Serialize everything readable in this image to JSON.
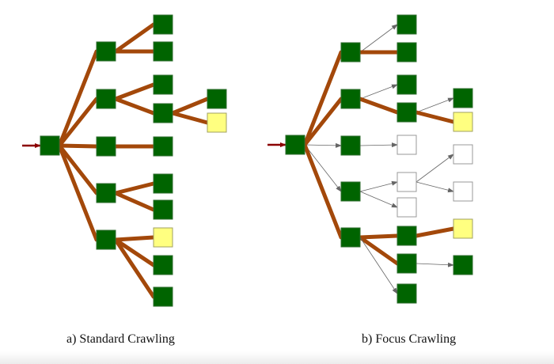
{
  "colors": {
    "visited": "#006400",
    "visited_border": "#2e6b2e",
    "target": "#ffff80",
    "target_border": "#a0a060",
    "unvisited": "#ffffff",
    "unvisited_border": "#999999",
    "followed_edge": "#a3480a",
    "ignored_edge": "#666666",
    "entry_edge": "#8b0000"
  },
  "diagrams": [
    {
      "id": "standard",
      "caption": "a) Standard Crawling",
      "nodes": [
        {
          "id": "root",
          "col": 0,
          "row": 184,
          "state": "visited"
        },
        {
          "id": "a1",
          "col": 1,
          "row": 65,
          "state": "visited"
        },
        {
          "id": "a2",
          "col": 1,
          "row": 125,
          "state": "visited"
        },
        {
          "id": "a3",
          "col": 1,
          "row": 185,
          "state": "visited"
        },
        {
          "id": "a4",
          "col": 1,
          "row": 244,
          "state": "visited"
        },
        {
          "id": "a5",
          "col": 1,
          "row": 303,
          "state": "visited"
        },
        {
          "id": "b1",
          "col": 2,
          "row": 31,
          "state": "visited"
        },
        {
          "id": "b2",
          "col": 2,
          "row": 65,
          "state": "visited"
        },
        {
          "id": "b3",
          "col": 2,
          "row": 107,
          "state": "visited"
        },
        {
          "id": "b4",
          "col": 2,
          "row": 143,
          "state": "visited"
        },
        {
          "id": "b5",
          "col": 2,
          "row": 185,
          "state": "visited"
        },
        {
          "id": "b6",
          "col": 2,
          "row": 232,
          "state": "visited"
        },
        {
          "id": "b7",
          "col": 2,
          "row": 265,
          "state": "visited"
        },
        {
          "id": "b8",
          "col": 2,
          "row": 300,
          "state": "target"
        },
        {
          "id": "b9",
          "col": 2,
          "row": 335,
          "state": "visited"
        },
        {
          "id": "b10",
          "col": 2,
          "row": 375,
          "state": "visited"
        },
        {
          "id": "c1",
          "col": 3,
          "row": 125,
          "state": "visited"
        },
        {
          "id": "c2",
          "col": 3,
          "row": 155,
          "state": "target"
        }
      ],
      "edges": [
        {
          "from": "root",
          "to": "a1",
          "type": "followed"
        },
        {
          "from": "root",
          "to": "a2",
          "type": "followed"
        },
        {
          "from": "root",
          "to": "a3",
          "type": "followed"
        },
        {
          "from": "root",
          "to": "a4",
          "type": "followed"
        },
        {
          "from": "root",
          "to": "a5",
          "type": "followed"
        },
        {
          "from": "a1",
          "to": "b1",
          "type": "followed"
        },
        {
          "from": "a1",
          "to": "b2",
          "type": "followed"
        },
        {
          "from": "a2",
          "to": "b3",
          "type": "followed"
        },
        {
          "from": "a2",
          "to": "b4",
          "type": "followed"
        },
        {
          "from": "a3",
          "to": "b5",
          "type": "followed"
        },
        {
          "from": "a4",
          "to": "b6",
          "type": "followed"
        },
        {
          "from": "a4",
          "to": "b7",
          "type": "followed"
        },
        {
          "from": "a5",
          "to": "b8",
          "type": "followed"
        },
        {
          "from": "a5",
          "to": "b9",
          "type": "followed"
        },
        {
          "from": "a5",
          "to": "b10",
          "type": "followed"
        },
        {
          "from": "b4",
          "to": "c1",
          "type": "followed"
        },
        {
          "from": "b4",
          "to": "c2",
          "type": "followed"
        }
      ]
    },
    {
      "id": "focus",
      "caption": "b) Focus Crawling",
      "nodes": [
        {
          "id": "root",
          "col": 0,
          "row": 183,
          "state": "visited"
        },
        {
          "id": "a1",
          "col": 1,
          "row": 66,
          "state": "visited"
        },
        {
          "id": "a2",
          "col": 1,
          "row": 125,
          "state": "visited"
        },
        {
          "id": "a3",
          "col": 1,
          "row": 184,
          "state": "visited"
        },
        {
          "id": "a4",
          "col": 1,
          "row": 242,
          "state": "visited"
        },
        {
          "id": "a5",
          "col": 1,
          "row": 300,
          "state": "visited"
        },
        {
          "id": "b1",
          "col": 2,
          "row": 31,
          "state": "visited"
        },
        {
          "id": "b2",
          "col": 2,
          "row": 66,
          "state": "visited"
        },
        {
          "id": "b3",
          "col": 2,
          "row": 107,
          "state": "visited"
        },
        {
          "id": "b4",
          "col": 2,
          "row": 142,
          "state": "visited"
        },
        {
          "id": "b5",
          "col": 2,
          "row": 183,
          "state": "unvisited"
        },
        {
          "id": "b6",
          "col": 2,
          "row": 230,
          "state": "unvisited"
        },
        {
          "id": "b7",
          "col": 2,
          "row": 262,
          "state": "unvisited"
        },
        {
          "id": "b8",
          "col": 2,
          "row": 298,
          "state": "visited"
        },
        {
          "id": "b9",
          "col": 2,
          "row": 333,
          "state": "visited"
        },
        {
          "id": "b10",
          "col": 2,
          "row": 371,
          "state": "visited"
        },
        {
          "id": "c1",
          "col": 3,
          "row": 124,
          "state": "visited"
        },
        {
          "id": "c2",
          "col": 3,
          "row": 154,
          "state": "target"
        },
        {
          "id": "c3",
          "col": 3,
          "row": 195,
          "state": "unvisited"
        },
        {
          "id": "c4",
          "col": 3,
          "row": 242,
          "state": "unvisited"
        },
        {
          "id": "c5",
          "col": 3,
          "row": 289,
          "state": "target"
        },
        {
          "id": "c6",
          "col": 3,
          "row": 335,
          "state": "visited"
        }
      ],
      "edges": [
        {
          "from": "root",
          "to": "a1",
          "type": "followed"
        },
        {
          "from": "root",
          "to": "a2",
          "type": "followed"
        },
        {
          "from": "root",
          "to": "a3",
          "type": "ignored"
        },
        {
          "from": "root",
          "to": "a4",
          "type": "ignored"
        },
        {
          "from": "root",
          "to": "a5",
          "type": "followed"
        },
        {
          "from": "a1",
          "to": "b1",
          "type": "ignored"
        },
        {
          "from": "a1",
          "to": "b2",
          "type": "followed"
        },
        {
          "from": "a2",
          "to": "b3",
          "type": "ignored"
        },
        {
          "from": "a2",
          "to": "b4",
          "type": "followed"
        },
        {
          "from": "a3",
          "to": "b5",
          "type": "ignored"
        },
        {
          "from": "a4",
          "to": "b6",
          "type": "ignored"
        },
        {
          "from": "a4",
          "to": "b7",
          "type": "ignored"
        },
        {
          "from": "a5",
          "to": "b8",
          "type": "followed"
        },
        {
          "from": "a5",
          "to": "b9",
          "type": "followed"
        },
        {
          "from": "a5",
          "to": "b10",
          "type": "ignored"
        },
        {
          "from": "b4",
          "to": "c1",
          "type": "ignored"
        },
        {
          "from": "b4",
          "to": "c2",
          "type": "followed"
        },
        {
          "from": "b6",
          "to": "c3",
          "type": "ignored"
        },
        {
          "from": "b6",
          "to": "c4",
          "type": "ignored"
        },
        {
          "from": "b8",
          "to": "c5",
          "type": "followed"
        },
        {
          "from": "b9",
          "to": "c6",
          "type": "ignored"
        }
      ]
    }
  ]
}
